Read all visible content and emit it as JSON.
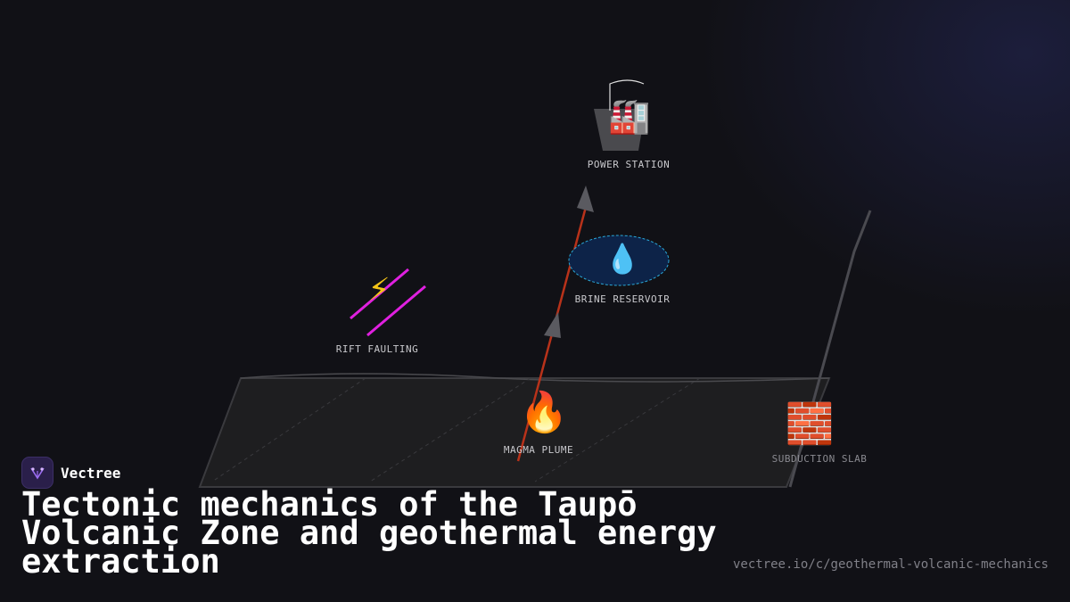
{
  "brand": {
    "name": "Vectree"
  },
  "title": "Tectonic mechanics of the Taupō Volcanic Zone and geothermal energy extraction",
  "url": "vectree.io/c/geothermal-volcanic-mechanics",
  "nodes": {
    "power_station": {
      "label": "POWER STATION",
      "icon": "factory-icon"
    },
    "brine_reservoir": {
      "label": "BRINE RESERVOIR",
      "icon": "droplet-icon"
    },
    "rift_faulting": {
      "label": "RIFT FAULTING",
      "icon": "lightning-icon"
    },
    "magma_plume": {
      "label": "MAGMA PLUME",
      "icon": "fire-icon"
    },
    "subduction_slab": {
      "label": "SUBDUCTION SLAB",
      "icon": "brick-icon"
    }
  },
  "colors": {
    "background": "#111116",
    "heat_flow": "#b8321a",
    "fault": "#e020e0",
    "reservoir_fill": "#0d2348",
    "reservoir_stroke": "#2aa8d8",
    "slab": "#4a4a50"
  }
}
